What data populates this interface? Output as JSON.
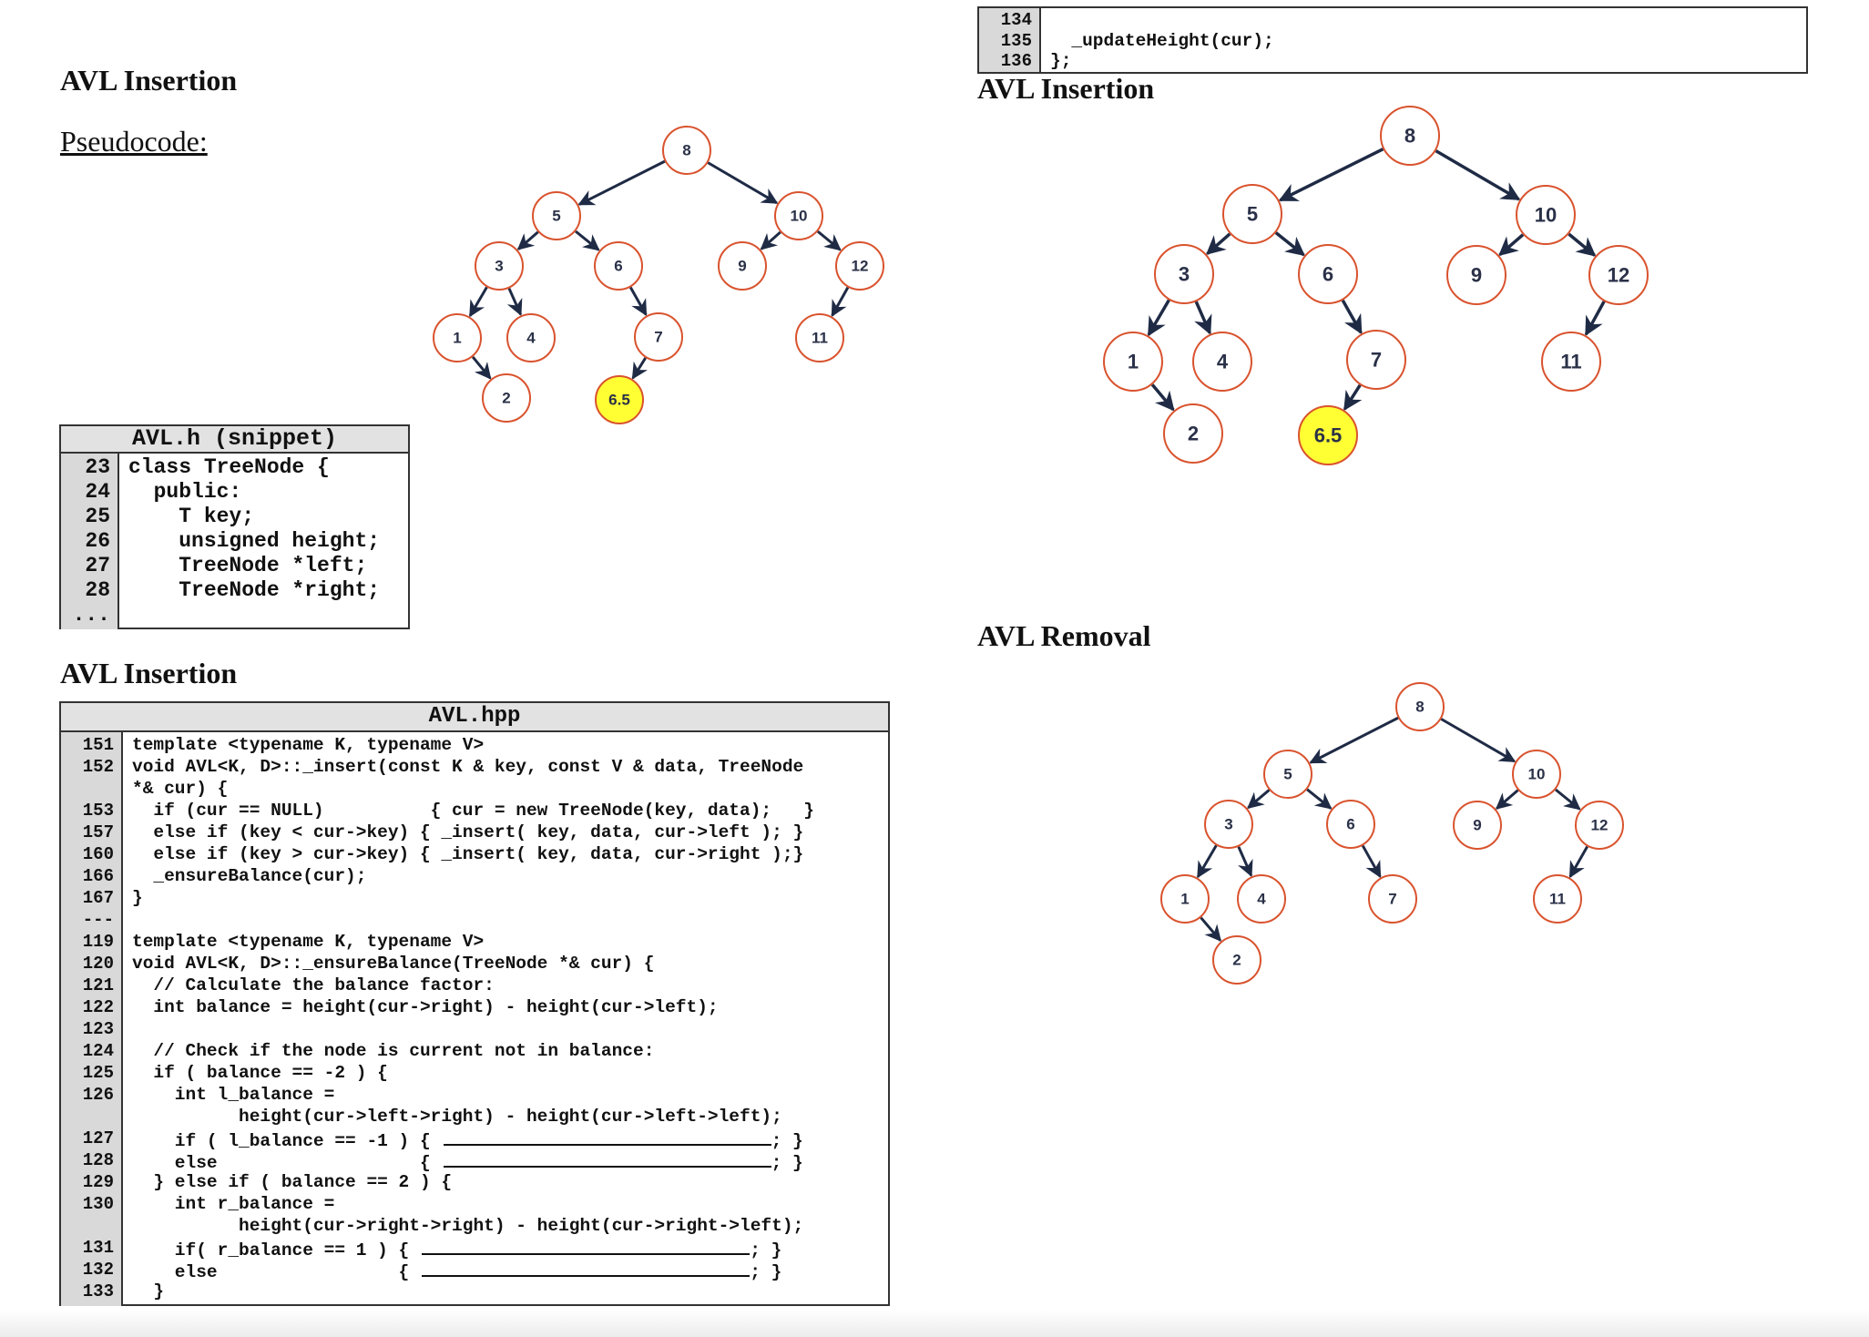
{
  "headings": {
    "insertion_top_left": "AVL Insertion",
    "pseudocode": "Pseudocode:",
    "insertion_bottom_left": "AVL Insertion",
    "insertion_right": "AVL Insertion",
    "removal_right": "AVL Removal"
  },
  "colors": {
    "node_border": "#d9532e",
    "edge": "#1f2b45",
    "highlight_fill": "#ffff33",
    "gutter": "#d9d9d9",
    "header": "#e2e2e2"
  },
  "snippet_box": {
    "title": "AVL.h (snippet)",
    "lines": [
      {
        "num": "23",
        "code": "class TreeNode {"
      },
      {
        "num": "24",
        "code": "  public:"
      },
      {
        "num": "25",
        "code": "    T key;"
      },
      {
        "num": "26",
        "code": "    unsigned height;"
      },
      {
        "num": "27",
        "code": "    TreeNode *left;"
      },
      {
        "num": "28",
        "code": "    TreeNode *right;"
      },
      {
        "num": "...",
        "code": ""
      }
    ]
  },
  "hpp_box": {
    "title": "AVL.hpp",
    "lines": [
      {
        "num": "151",
        "code": "template <typename K, typename V>"
      },
      {
        "num": "152",
        "code": "void AVL<K, D>::_insert(const K & key, const V & data, TreeNode"
      },
      {
        "num": "",
        "code": "*& cur) {"
      },
      {
        "num": "153",
        "code": "  if (cur == NULL)          { cur = new TreeNode(key, data);   }"
      },
      {
        "num": "157",
        "code": "  else if (key < cur->key) { _insert( key, data, cur->left ); }"
      },
      {
        "num": "160",
        "code": "  else if (key > cur->key) { _insert( key, data, cur->right );}"
      },
      {
        "num": "166",
        "code": "  _ensureBalance(cur);"
      },
      {
        "num": "167",
        "code": "}"
      },
      {
        "num": "---",
        "code": ""
      },
      {
        "num": "119",
        "code": "template <typename K, typename V>"
      },
      {
        "num": "120",
        "code": "void AVL<K, D>::_ensureBalance(TreeNode *& cur) {"
      },
      {
        "num": "121",
        "code": "  // Calculate the balance factor:"
      },
      {
        "num": "122",
        "code": "  int balance = height(cur->right) - height(cur->left);"
      },
      {
        "num": "123",
        "code": ""
      },
      {
        "num": "124",
        "code": "  // Check if the node is current not in balance:"
      },
      {
        "num": "125",
        "code": "  if ( balance == -2 ) {"
      },
      {
        "num": "126",
        "code": "    int l_balance ="
      },
      {
        "num": "",
        "code": "          height(cur->left->right) - height(cur->left->left);"
      },
      {
        "num": "127",
        "code": "    if ( l_balance == -1 ) {",
        "blank_after": "; }"
      },
      {
        "num": "128",
        "code": "    else                   {",
        "blank_after": "; }"
      },
      {
        "num": "129",
        "code": "  } else if ( balance == 2 ) {"
      },
      {
        "num": "130",
        "code": "    int r_balance ="
      },
      {
        "num": "",
        "code": "          height(cur->right->right) - height(cur->right->left);"
      },
      {
        "num": "131",
        "code": "    if( r_balance == 1 ) {",
        "blank_after": "; }"
      },
      {
        "num": "132",
        "code": "    else                 {",
        "blank_after": "; }"
      },
      {
        "num": "133",
        "code": "  }"
      }
    ]
  },
  "top_right_box": {
    "lines": [
      {
        "num": "134",
        "code": ""
      },
      {
        "num": "135",
        "code": "  _updateHeight(cur);"
      },
      {
        "num": "136",
        "code": "};"
      }
    ]
  },
  "trees": {
    "insertion_small": {
      "nodes": [
        {
          "id": "8",
          "label": "8"
        },
        {
          "id": "5",
          "label": "5"
        },
        {
          "id": "10",
          "label": "10"
        },
        {
          "id": "3",
          "label": "3"
        },
        {
          "id": "6",
          "label": "6"
        },
        {
          "id": "9",
          "label": "9"
        },
        {
          "id": "12",
          "label": "12"
        },
        {
          "id": "1",
          "label": "1"
        },
        {
          "id": "4",
          "label": "4"
        },
        {
          "id": "7",
          "label": "7"
        },
        {
          "id": "11",
          "label": "11"
        },
        {
          "id": "2",
          "label": "2"
        },
        {
          "id": "6.5",
          "label": "6.5",
          "highlight": true
        }
      ]
    },
    "insertion_large": {
      "nodes": [
        {
          "id": "8",
          "label": "8"
        },
        {
          "id": "5",
          "label": "5"
        },
        {
          "id": "10",
          "label": "10"
        },
        {
          "id": "3",
          "label": "3"
        },
        {
          "id": "6",
          "label": "6"
        },
        {
          "id": "9",
          "label": "9"
        },
        {
          "id": "12",
          "label": "12"
        },
        {
          "id": "1",
          "label": "1"
        },
        {
          "id": "4",
          "label": "4"
        },
        {
          "id": "7",
          "label": "7"
        },
        {
          "id": "11",
          "label": "11"
        },
        {
          "id": "2",
          "label": "2"
        },
        {
          "id": "6.5",
          "label": "6.5",
          "highlight": true
        }
      ]
    },
    "removal": {
      "nodes": [
        {
          "id": "8",
          "label": "8"
        },
        {
          "id": "5",
          "label": "5"
        },
        {
          "id": "10",
          "label": "10"
        },
        {
          "id": "3",
          "label": "3"
        },
        {
          "id": "6",
          "label": "6"
        },
        {
          "id": "9",
          "label": "9"
        },
        {
          "id": "12",
          "label": "12"
        },
        {
          "id": "1",
          "label": "1"
        },
        {
          "id": "4",
          "label": "4"
        },
        {
          "id": "7",
          "label": "7"
        },
        {
          "id": "11",
          "label": "11"
        },
        {
          "id": "2",
          "label": "2"
        }
      ]
    }
  }
}
